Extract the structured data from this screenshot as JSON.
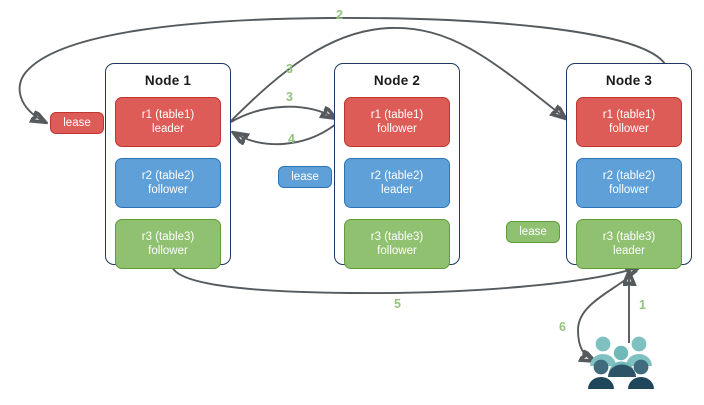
{
  "diagram": {
    "title": "Raft multi-raft lease diagram",
    "colors": {
      "red": "#dd5c57",
      "red_border": "#c0352f",
      "blue": "#5fa0d8",
      "blue_border": "#2e74b5",
      "green": "#8fc170",
      "green_border": "#5f9c3c",
      "node_border": "#1f3864",
      "arrow": "#555a5e",
      "label": "#93c47d",
      "people_light": "#7fc1c0",
      "people_dark": "#2e5266"
    }
  },
  "nodes": [
    {
      "title": "Node 1",
      "replicas": [
        {
          "name": "r1 (table1)",
          "role": "leader",
          "color": "red"
        },
        {
          "name": "r2 (table2)",
          "role": "follower",
          "color": "blue"
        },
        {
          "name": "r3 (table3)",
          "role": "follower",
          "color": "green"
        }
      ]
    },
    {
      "title": "Node 2",
      "replicas": [
        {
          "name": "r1 (table1)",
          "role": "follower",
          "color": "red"
        },
        {
          "name": "r2 (table2)",
          "role": "leader",
          "color": "blue"
        },
        {
          "name": "r3 (table3)",
          "role": "follower",
          "color": "green"
        }
      ]
    },
    {
      "title": "Node 3",
      "replicas": [
        {
          "name": "r1 (table1)",
          "role": "follower",
          "color": "red"
        },
        {
          "name": "r2 (table2)",
          "role": "follower",
          "color": "blue"
        },
        {
          "name": "r3 (table3)",
          "role": "leader",
          "color": "green"
        }
      ]
    }
  ],
  "leases": [
    {
      "label": "lease",
      "color": "red"
    },
    {
      "label": "lease",
      "color": "blue"
    },
    {
      "label": "lease",
      "color": "green"
    }
  ],
  "arrow_labels": [
    {
      "step": "1"
    },
    {
      "step": "2"
    },
    {
      "step": "3"
    },
    {
      "step": "3"
    },
    {
      "step": "4"
    },
    {
      "step": "5"
    },
    {
      "step": "6"
    }
  ],
  "actor": {
    "icon": "users-icon",
    "label": ""
  }
}
